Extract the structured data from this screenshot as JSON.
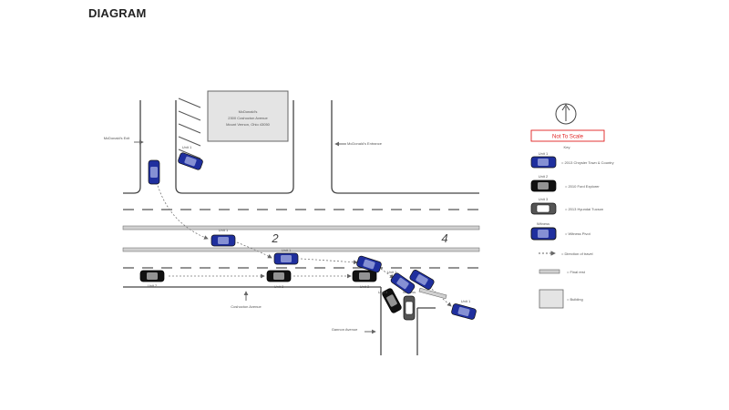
{
  "title": "DIAGRAM",
  "building": {
    "name": "McDonald's",
    "address1": "2300 Coshocton Avenue",
    "address2": "Mount Vernon, Ohio 43050"
  },
  "labels": {
    "exit": "McDonald's Exit",
    "entrance": "McDonald's Entrance",
    "travel": "Coshocton Avenue",
    "edge": "Gannon Avenue"
  },
  "lane_numbers": [
    "2",
    "4"
  ],
  "legend": {
    "not_to_scale": "Not To Scale",
    "key_label": "Key",
    "unit1_caption": "Unit 1",
    "unit1_text": "= 2013 Chrysler Town & Country",
    "unit2_caption": "Unit 2",
    "unit2_text": "= 2010 Ford Explorer",
    "unit3_caption": "Unit 3",
    "unit3_text": "= 2013 Hyundai Tucson",
    "witness_caption": "Witness",
    "witness_text": "= Witness Pivot",
    "direction_text": "= Direction of travel",
    "rest_text": "= Final rest",
    "building_text": "= Building"
  },
  "colors": {
    "unit1": "#1f2f9e",
    "unit2": "#111111",
    "unit3": "#555555",
    "road": "#cccccc",
    "accent_red": "#e02020"
  },
  "vehicle_tags": [
    "Unit 1",
    "Unit 1",
    "Unit 1",
    "Unit 2",
    "Unit 2",
    "Unit 2",
    "Unit 3",
    "Witness",
    "Unit 1",
    "Unit 1"
  ]
}
